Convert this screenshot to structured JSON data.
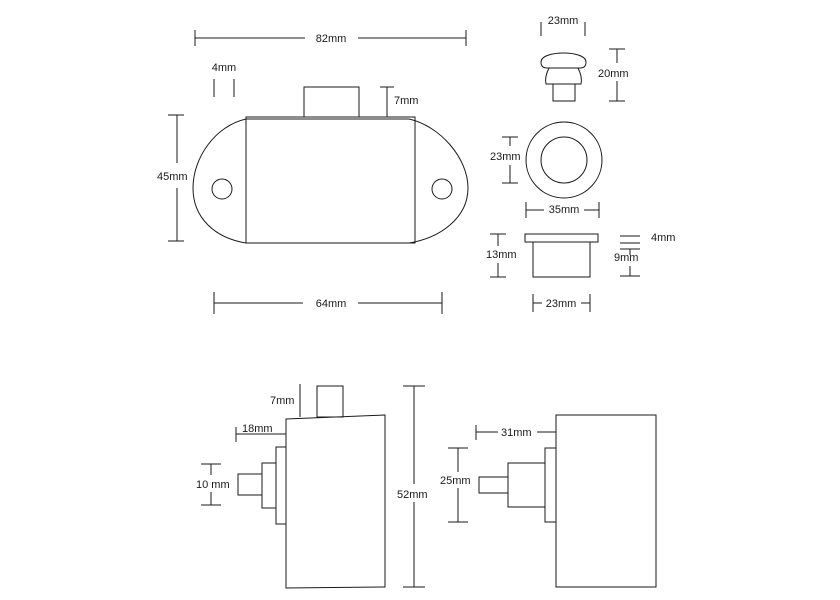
{
  "dimensions": {
    "top_width_82": "82mm",
    "top_pin_4": "4mm",
    "top_plunger_7": "7mm",
    "top_height_45": "45mm",
    "top_base_64": "64mm",
    "knob_width_23": "23mm",
    "knob_height_20": "20mm",
    "ring_23": "23mm",
    "ring_35": "35mm",
    "cup_13": "13mm",
    "cup_4": "4mm",
    "cup_9": "9mm",
    "cup_23": "23mm",
    "side_7": "7mm",
    "side_18": "18mm",
    "side_10": "10 mm",
    "side_52": "52mm",
    "right_31": "31mm",
    "right_25": "25mm"
  }
}
